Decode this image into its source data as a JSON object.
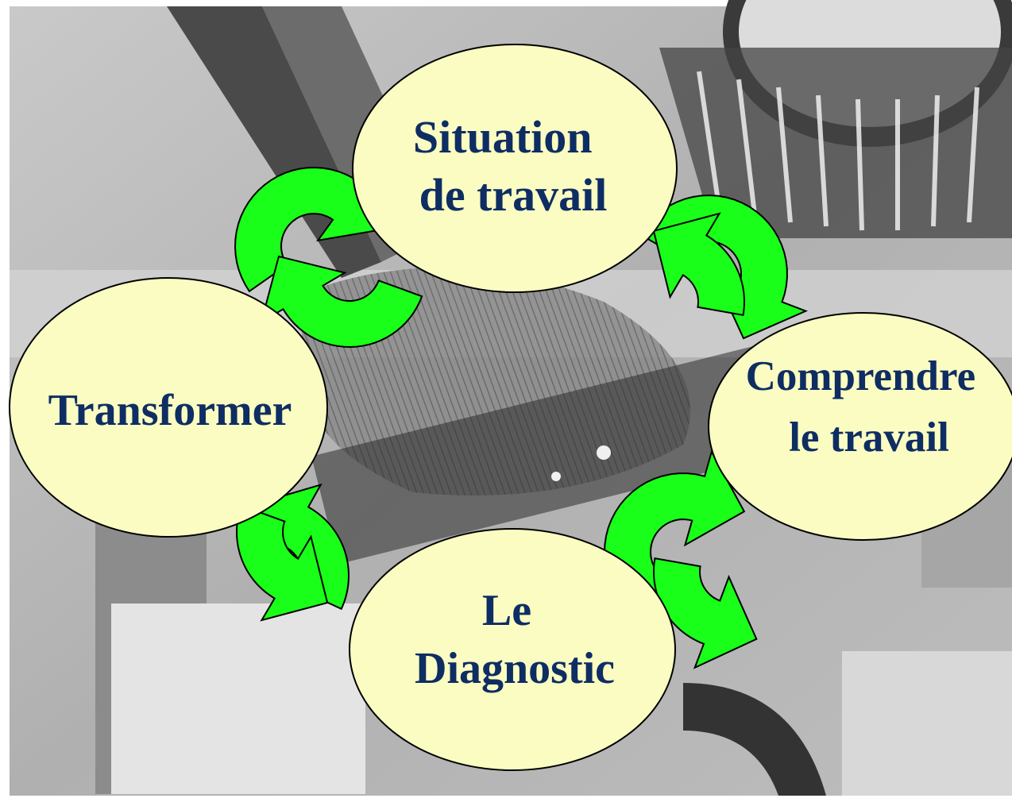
{
  "diagram": {
    "nodes": [
      {
        "id": "situation",
        "lines": [
          "Situation",
          "de travail"
        ]
      },
      {
        "id": "comprendre",
        "lines": [
          "Comprendre",
          "le travail"
        ]
      },
      {
        "id": "diagnostic",
        "lines": [
          "Le",
          "Diagnostic"
        ]
      },
      {
        "id": "transformer",
        "lines": [
          "Transformer"
        ]
      }
    ],
    "arrows": [
      {
        "from": "situation",
        "to": "comprendre"
      },
      {
        "from": "comprendre",
        "to": "situation"
      },
      {
        "from": "comprendre",
        "to": "diagnostic"
      },
      {
        "from": "diagnostic",
        "to": "comprendre"
      },
      {
        "from": "diagnostic",
        "to": "transformer"
      },
      {
        "from": "transformer",
        "to": "diagnostic"
      },
      {
        "from": "transformer",
        "to": "situation"
      },
      {
        "from": "situation",
        "to": "transformer"
      }
    ]
  },
  "colors": {
    "node_fill": "#FAFCC2",
    "node_text": "#0E2D63",
    "arrow_fill": "#19FF19",
    "outline": "#000000"
  }
}
